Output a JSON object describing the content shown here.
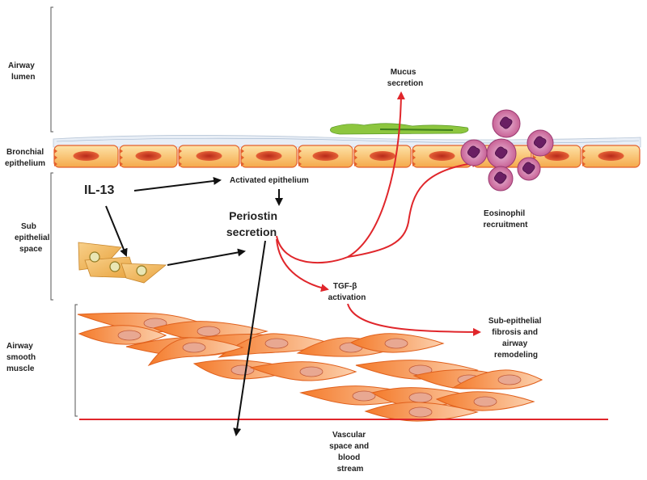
{
  "regions": {
    "airway_lumen": [
      "Airway",
      "lumen"
    ],
    "bronchial_epithelium": [
      "Bronchial",
      "epithelium"
    ],
    "sub_epithelial_space": [
      "Sub",
      "epithelial",
      "space"
    ],
    "airway_smooth_muscle": [
      "Airway",
      "smooth",
      "muscle"
    ]
  },
  "nodes": {
    "il13": "IL-13",
    "activated_epithelium": "Activated epithelium",
    "periostin": [
      "Periostin",
      "secretion"
    ],
    "mucus": [
      "Mucus",
      "secretion"
    ],
    "eosinophil": [
      "Eosinophil",
      "recruitment"
    ],
    "tgf": [
      "TGF-β",
      "activation"
    ],
    "fibrosis": [
      "Sub-epithelial",
      "fibrosis and",
      "airway",
      "remodeling"
    ],
    "vascular": [
      "Vascular",
      "space and",
      "blood",
      "stream"
    ]
  },
  "colors": {
    "black_arrow": "#111111",
    "red_arrow": "#e0262b",
    "epithelium_cell": "#f7b766",
    "nucleus": "#d9472b",
    "smooth_muscle": "#f58a3c",
    "eosinophil": "#7a2a6e",
    "vessel_line": "#e0262b"
  }
}
